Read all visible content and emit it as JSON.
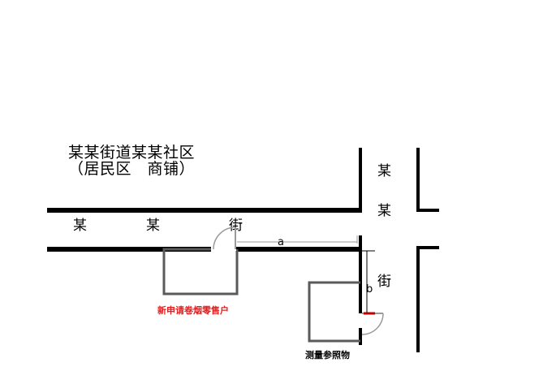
{
  "title": {
    "line1": "某某街道某某社区",
    "line2": "（居民区　商铺）"
  },
  "street_horizontal": {
    "char1": "某",
    "char2": "某",
    "char3": "街"
  },
  "street_vertical": {
    "char1": "某",
    "char2": "某",
    "char3": "街"
  },
  "measure": {
    "a": "a",
    "b": "b"
  },
  "new_shop_label": "新申请卷烟零售户",
  "reference_label": "测量参照物",
  "colors": {
    "road": "#000000",
    "shop_outline": "#5a5a5a",
    "door": "#9a9a9a",
    "new_shop_label": "#e02020",
    "marker": "#c00000"
  }
}
